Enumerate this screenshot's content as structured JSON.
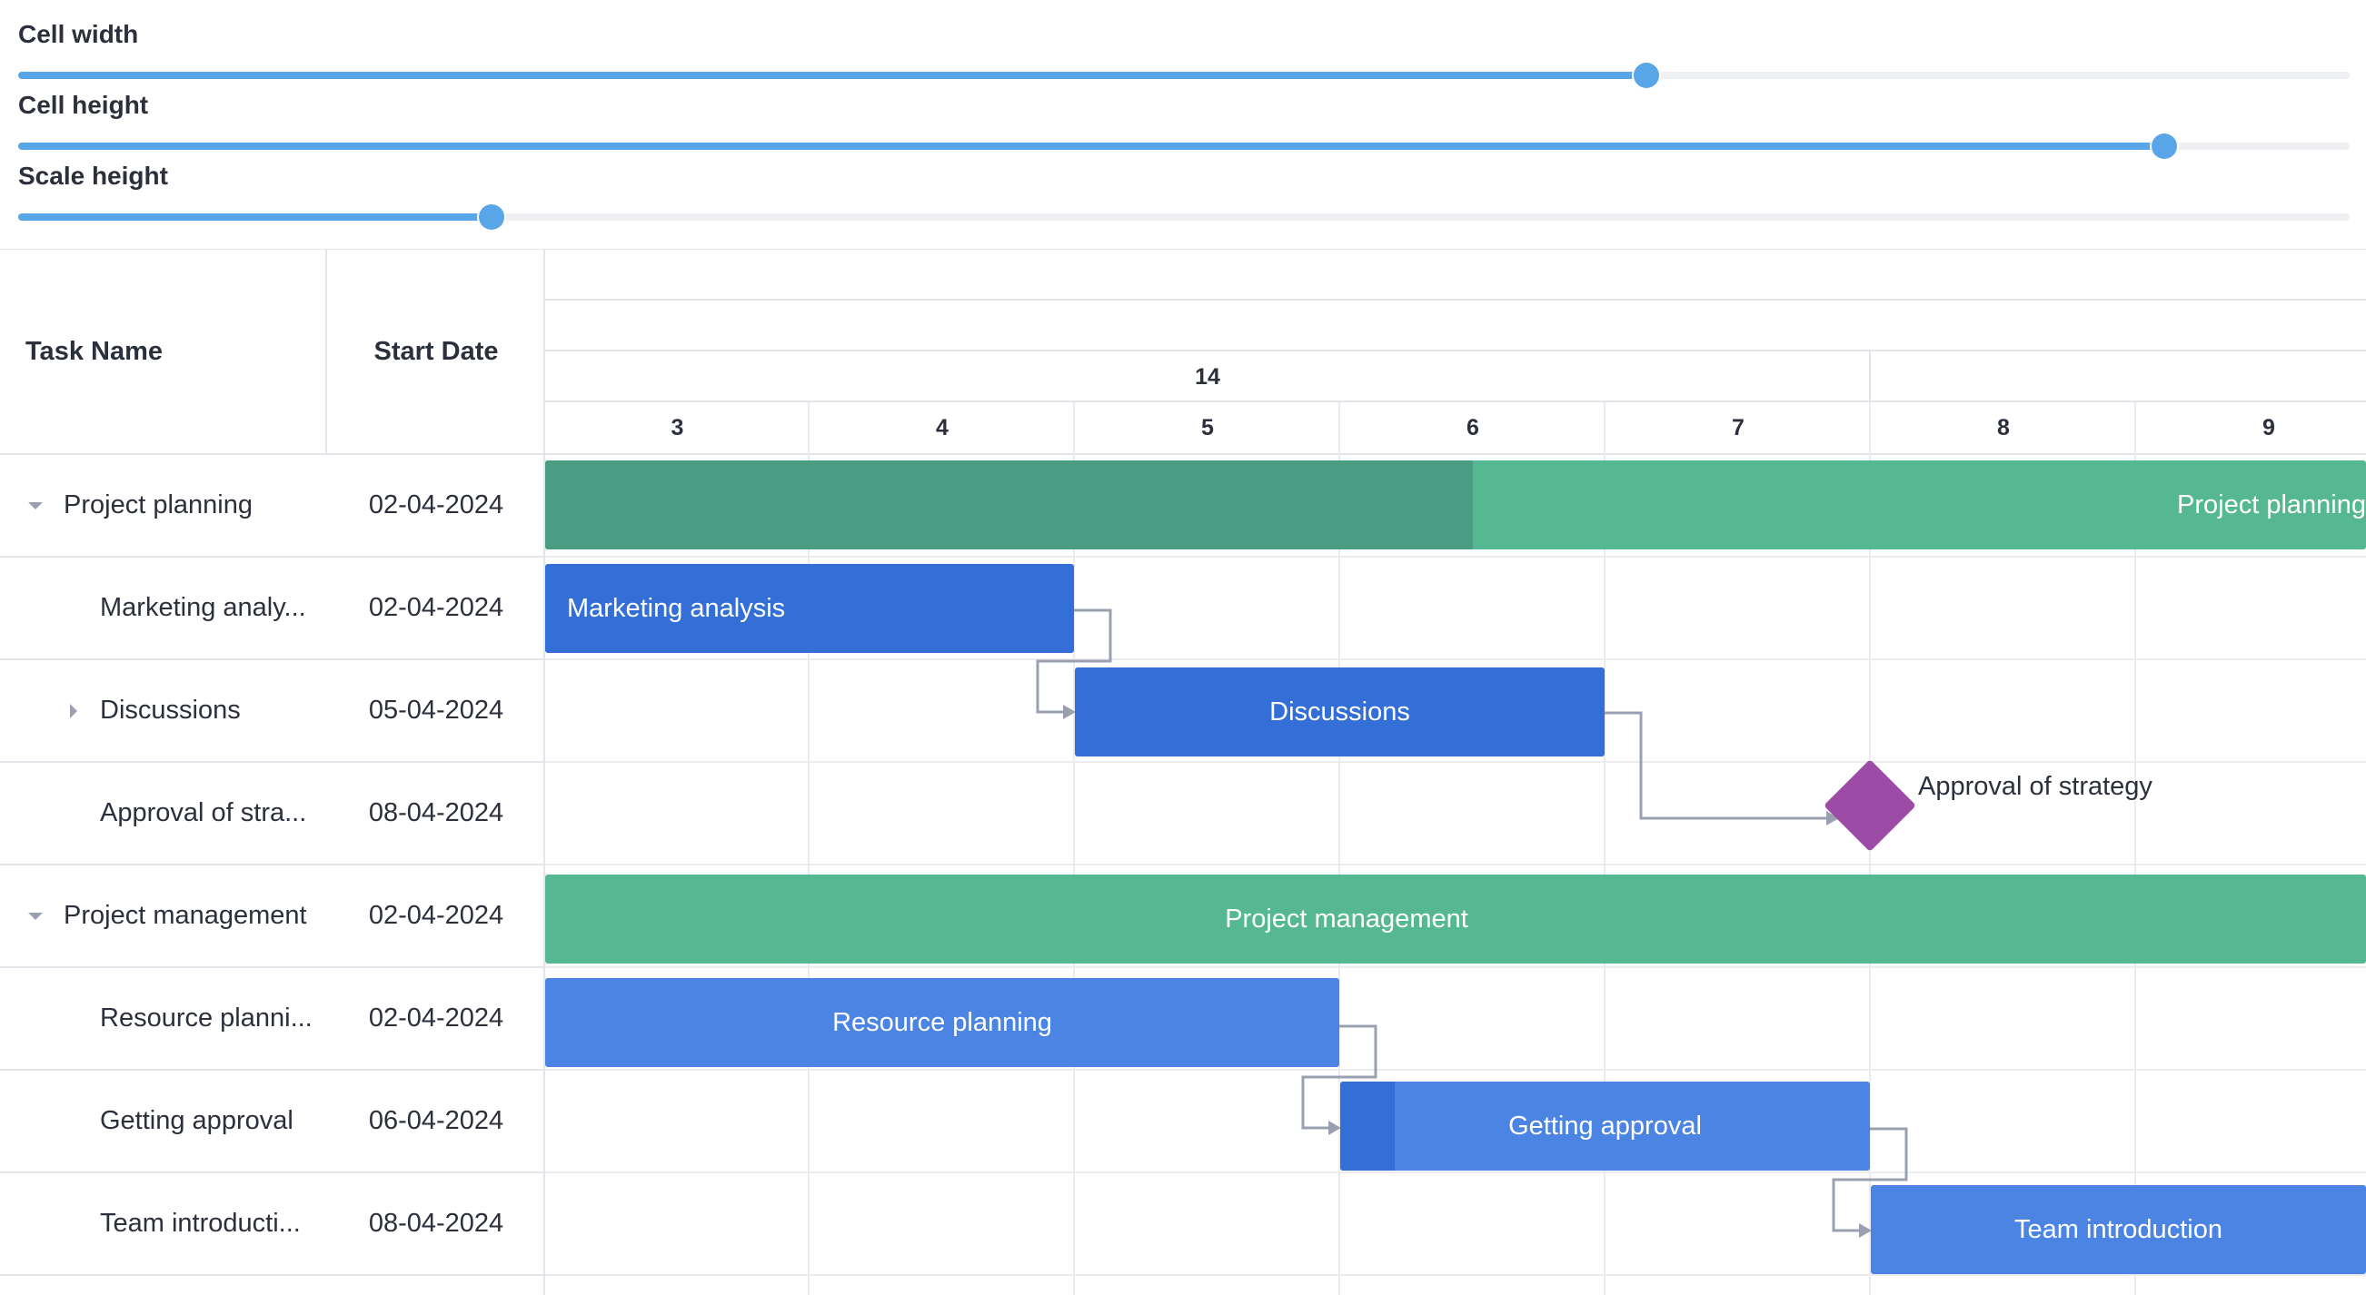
{
  "sliders": [
    {
      "label": "Cell width",
      "value": 0.7
    },
    {
      "label": "Cell height",
      "value": 0.92
    },
    {
      "label": "Scale height",
      "value": 0.2
    }
  ],
  "grid": {
    "columns": {
      "task": "Task Name",
      "start": "Start Date"
    },
    "rows": [
      {
        "name": "Project planning",
        "date": "02-04-2024"
      },
      {
        "name": "Marketing analy...",
        "date": "02-04-2024"
      },
      {
        "name": "Discussions",
        "date": "05-04-2024"
      },
      {
        "name": "Approval of stra...",
        "date": "08-04-2024"
      },
      {
        "name": "Project management",
        "date": "02-04-2024"
      },
      {
        "name": "Resource planni...",
        "date": "02-04-2024"
      },
      {
        "name": "Getting approval",
        "date": "06-04-2024"
      },
      {
        "name": "Team introducti...",
        "date": "08-04-2024"
      }
    ]
  },
  "scale": {
    "week": "14",
    "days": [
      "3",
      "4",
      "5",
      "6",
      "7",
      "8",
      "9"
    ]
  },
  "bars": {
    "project_planning": "Project planning",
    "marketing_analysis": "Marketing analysis",
    "discussions": "Discussions",
    "approval_of_strategy": "Approval of strategy",
    "project_management": "Project management",
    "resource_planning": "Resource planning",
    "getting_approval": "Getting approval",
    "team_introduction": "Team introduction"
  },
  "colors": {
    "summary": "#55b893",
    "summary_progress": "#4a9c82",
    "task_dark": "#336fd6",
    "task": "#4b84e3",
    "task_progress": "#336fd6",
    "milestone": "#9c4ba7",
    "link": "#9aa0b0",
    "slider": "#58a6e7"
  }
}
